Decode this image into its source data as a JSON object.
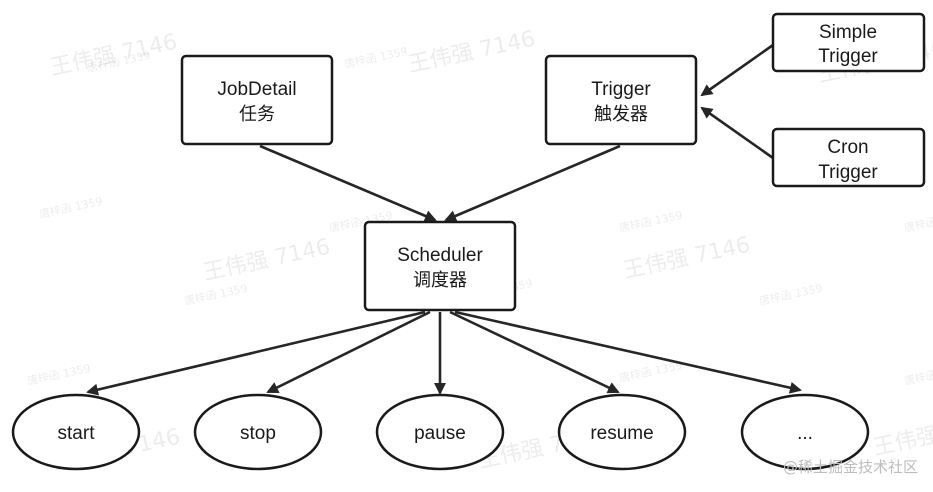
{
  "nodes": {
    "jobdetail": {
      "line1": "JobDetail",
      "line2": "任务"
    },
    "trigger": {
      "line1": "Trigger",
      "line2": "触发器"
    },
    "simple_trigger": {
      "line1": "Simple",
      "line2": "Trigger"
    },
    "cron_trigger": {
      "line1": "Cron",
      "line2": "Trigger"
    },
    "scheduler": {
      "line1": "Scheduler",
      "line2": "调度器"
    },
    "actions": [
      "start",
      "stop",
      "pause",
      "resume",
      "..."
    ]
  },
  "watermark": {
    "big": "王伟强 7146",
    "small": "唐梓函 1359"
  },
  "credit": "@稀土掘金技术社区",
  "colors": {
    "stroke": "#1a1a1a",
    "background": "#ffffff",
    "watermark": "#000000",
    "credit": "#bdbdbd"
  }
}
